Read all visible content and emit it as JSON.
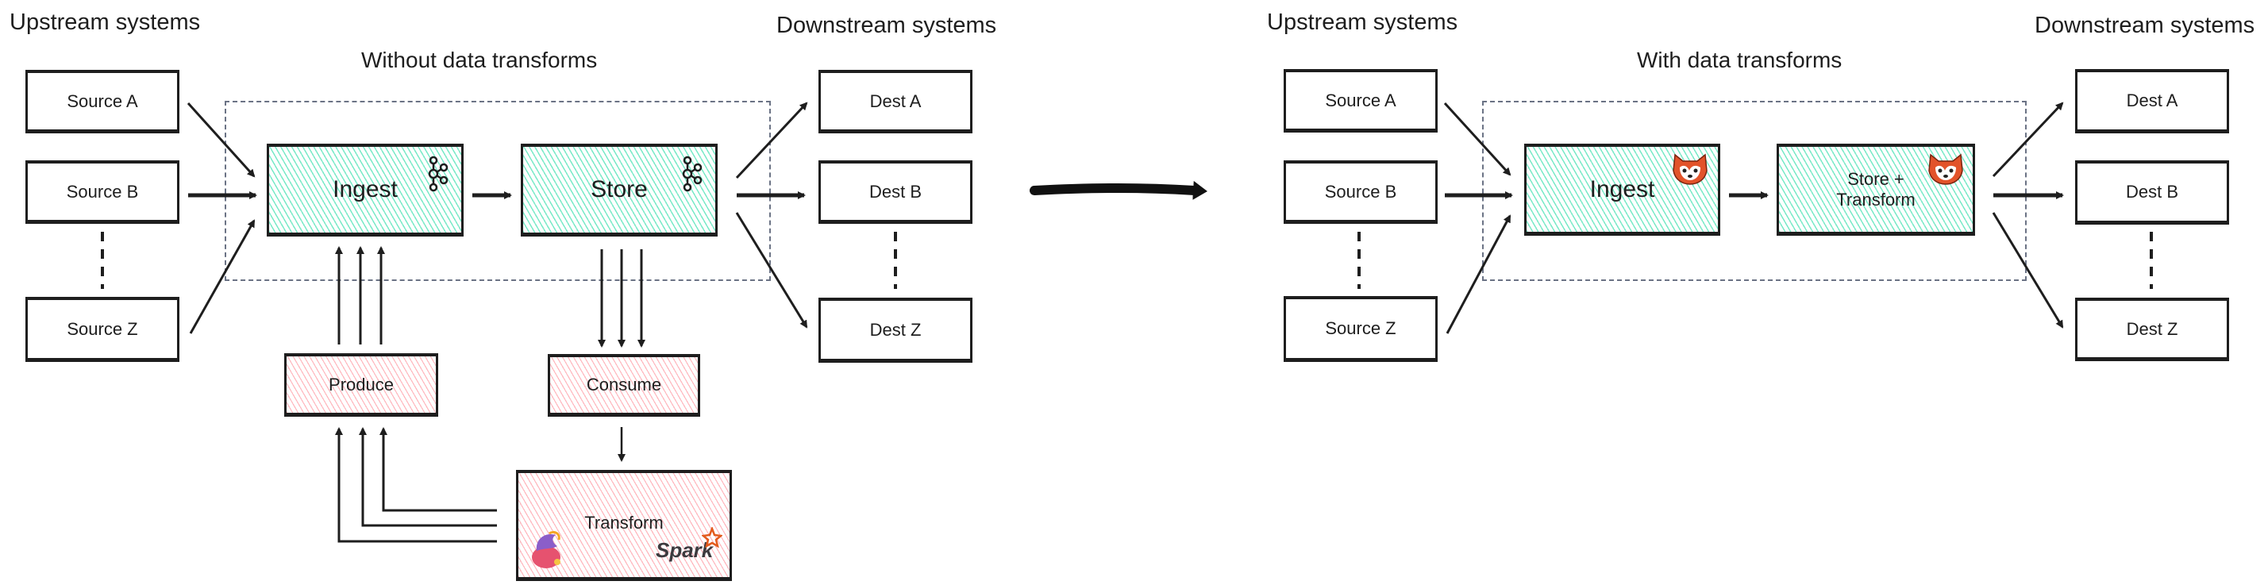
{
  "left": {
    "upstream_title": "Upstream systems",
    "downstream_title": "Downstream systems",
    "group_title": "Without data transforms",
    "sources": [
      "Source A",
      "Source B",
      "Source Z"
    ],
    "destinations": [
      "Dest A",
      "Dest B",
      "Dest Z"
    ],
    "ingest": "Ingest",
    "store": "Store",
    "produce": "Produce",
    "consume": "Consume",
    "transform": "Transform",
    "icons": {
      "broker": "kafka-icon",
      "processors": [
        "flink-icon",
        "spark-icon"
      ]
    },
    "spark_logo_text": "Spark"
  },
  "right": {
    "upstream_title": "Upstream systems",
    "downstream_title": "Downstream systems",
    "group_title": "With data transforms",
    "sources": [
      "Source A",
      "Source B",
      "Source Z"
    ],
    "destinations": [
      "Dest A",
      "Dest B",
      "Dest Z"
    ],
    "ingest": "Ingest",
    "store_line1": "Store +",
    "store_line2": "Transform",
    "icons": {
      "broker": "redpanda-icon"
    }
  },
  "colors": {
    "teal_fill": "#63e6be",
    "pink_fill": "#ff96a0",
    "stroke": "#1e1e1e",
    "dashed_border": "#6b7385"
  }
}
